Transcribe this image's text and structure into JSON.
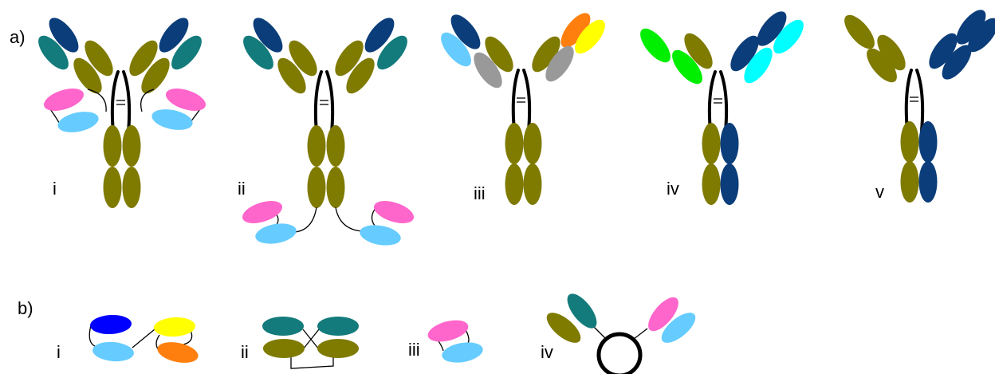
{
  "labels": {
    "part_a": "a)",
    "part_b": "b)",
    "a_i": "i",
    "a_ii": "ii",
    "a_iii": "iii",
    "a_iv": "iv",
    "a_v": "v",
    "b_i": "i",
    "b_ii": "ii",
    "b_iii": "iii",
    "b_iv": "iv"
  },
  "colors": {
    "olive": "#7f7a00",
    "navy": "#0b3d7a",
    "teal": "#137b7b",
    "pink": "#ff66cc",
    "light_blue": "#66ccff",
    "grey": "#999999",
    "orange": "#ff7f0e",
    "yellow": "#ffff00",
    "green": "#00ee00",
    "cyan": "#00ffff",
    "blue": "#0000ff"
  }
}
